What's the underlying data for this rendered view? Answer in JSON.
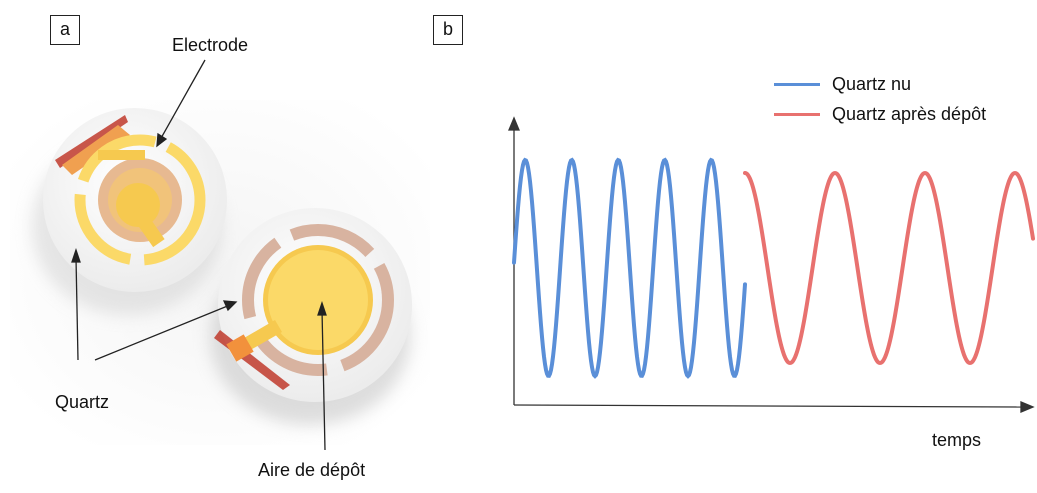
{
  "panel_a": {
    "label": "a",
    "annotations": {
      "electrode": "Electrode",
      "quartz": "Quartz",
      "deposit_area": "Aire de dépôt"
    }
  },
  "panel_b": {
    "label": "b",
    "x_axis_label": "temps",
    "legend": [
      {
        "label": "Quartz nu",
        "color": "#5a8fd8"
      },
      {
        "label": "Quartz après dépôt",
        "color": "#e8716f"
      }
    ]
  },
  "colors": {
    "gold": "#f6c94f",
    "pale_gold": "#fbd968",
    "bronze_ring": "#d8b3a0",
    "quartz_white": "#f9f9f9",
    "edge_red": "#c0392b",
    "axis": "#333333"
  }
}
